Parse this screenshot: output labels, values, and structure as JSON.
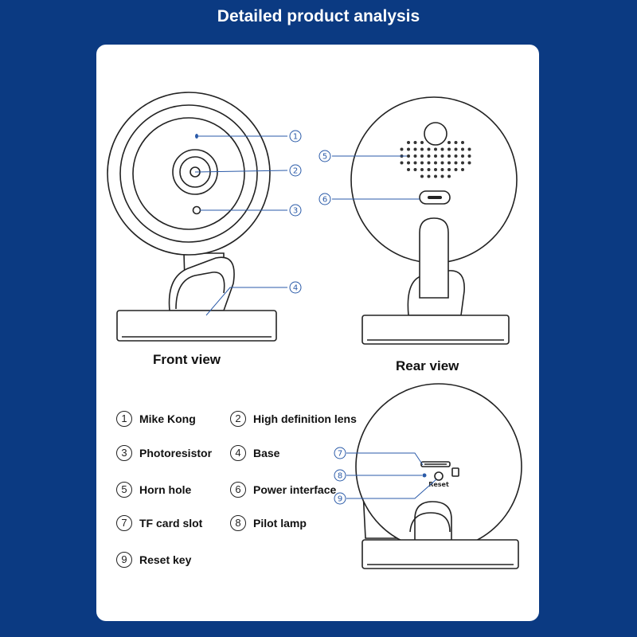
{
  "header": {
    "title": "Detailed product analysis"
  },
  "views": {
    "front_label": "Front view",
    "rear_label": "Rear view"
  },
  "callouts": {
    "c1": "1",
    "c2": "2",
    "c3": "3",
    "c4": "4",
    "c5": "5",
    "c6": "6",
    "c7": "7",
    "c8": "8",
    "c9": "9",
    "reset_label": "Reset"
  },
  "legend": [
    {
      "num": "1",
      "label": "Mike Kong"
    },
    {
      "num": "2",
      "label": "High definition lens"
    },
    {
      "num": "3",
      "label": "Photoresistor"
    },
    {
      "num": "4",
      "label": "Base"
    },
    {
      "num": "5",
      "label": "Horn hole"
    },
    {
      "num": "6",
      "label": "Power interface"
    },
    {
      "num": "7",
      "label": "TF card slot"
    },
    {
      "num": "8",
      "label": "Pilot lamp"
    },
    {
      "num": "9",
      "label": "Reset key"
    }
  ],
  "colors": {
    "background": "#0b3a82",
    "card": "#ffffff",
    "callout": "#2a5aa8",
    "outline": "#222222"
  }
}
